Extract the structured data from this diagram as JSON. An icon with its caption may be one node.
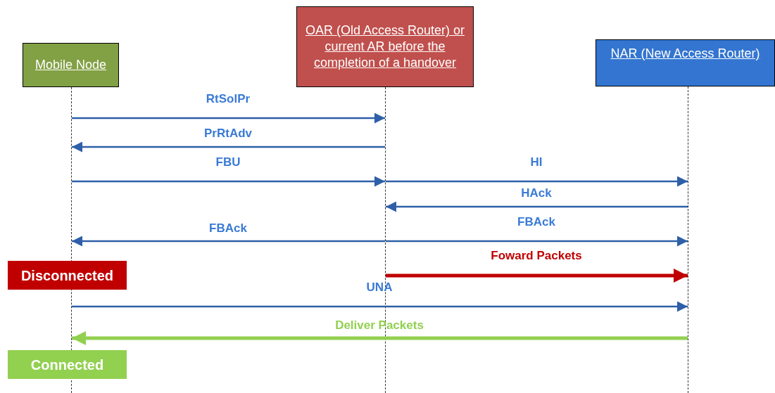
{
  "diagram": {
    "nodes": [
      {
        "text": [
          "Mobile Node"
        ]
      },
      {
        "text": [
          "OAR (Old Access Router) or current AR before the completion of a handover"
        ]
      },
      {
        "text": [
          "NAR (New Access Router)"
        ]
      },
      {
        "text": [],
        "shape": "line"
      },
      {
        "text": [],
        "shape": "line"
      },
      {
        "text": [],
        "shape": "line"
      },
      {
        "text": [
          "Disconnected"
        ]
      },
      {
        "text": [
          "Connected"
        ]
      }
    ],
    "edges": [
      {
        "from": 3,
        "to": 4,
        "arrow": "to",
        "label": "RtSolPr"
      },
      {
        "from": 4,
        "to": 3,
        "arrow": "to",
        "label": "PrRtAdv"
      },
      {
        "from": 3,
        "to": 4,
        "arrow": "to",
        "label": "FBU"
      },
      {
        "from": 4,
        "to": 5,
        "arrow": "to",
        "label": "HI"
      },
      {
        "from": 5,
        "to": 4,
        "arrow": "to",
        "label": "HAck"
      },
      {
        "from": 4,
        "to": 3,
        "arrow": "to",
        "label": "FBAck"
      },
      {
        "from": 4,
        "to": 5,
        "arrow": "to",
        "label": "FBAck"
      },
      {
        "from": 4,
        "to": 5,
        "arrow": "to",
        "label": "Foward Packets",
        "style": "thick",
        "color": "#c00000"
      },
      {
        "from": 3,
        "to": 5,
        "arrow": "to",
        "label": "UNA"
      },
      {
        "from": 5,
        "to": 3,
        "arrow": "to",
        "label": "Deliver Packets",
        "style": "thick",
        "color": "#92d050"
      }
    ]
  }
}
